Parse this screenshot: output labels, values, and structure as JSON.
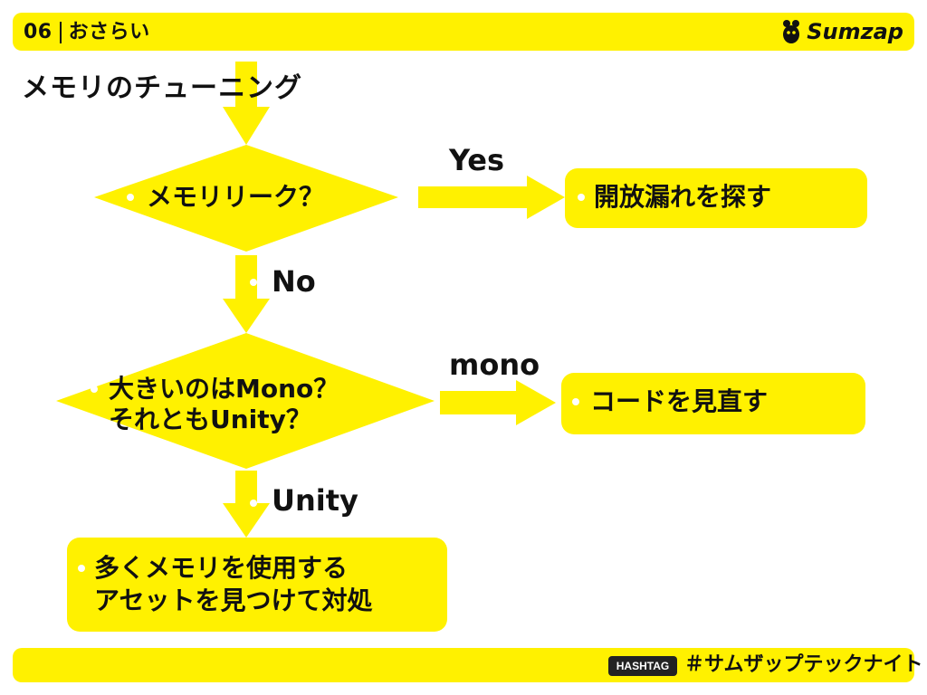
{
  "header": {
    "section_number": "06",
    "section_title": "おさらい",
    "brand_name": "Sumzap"
  },
  "page_title": "メモリのチューニング",
  "diagram": {
    "decision_memory_leak": "メモリリーク？",
    "edge_yes": "Yes",
    "action_find_leak": "開放漏れを探す",
    "edge_no": "No",
    "decision_mono_or_unity_line1": "大きいのはMono？",
    "decision_mono_or_unity_line2": "それともUnity？",
    "edge_mono": "mono",
    "action_review_code": "コードを見直す",
    "edge_unity": "Unity",
    "action_assets_line1": "多くメモリを使用する",
    "action_assets_line2": "アセットを見つけて対処"
  },
  "footer": {
    "hashtag_badge": "HASHTAG",
    "hashtag": "＃サムザップテックナイト"
  },
  "colors": {
    "accent_yellow": "#fff100",
    "text": "#111111"
  }
}
